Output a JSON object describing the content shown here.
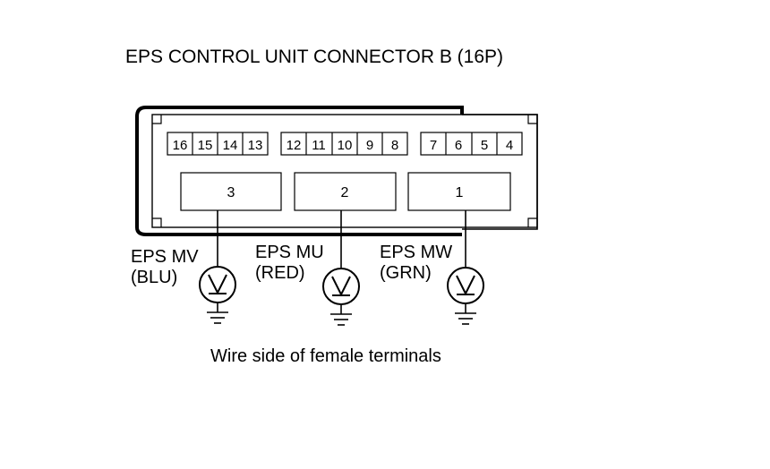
{
  "title": "EPS CONTROL UNIT CONNECTOR B (16P)",
  "caption": "Wire side of female terminals",
  "small_terminals": {
    "group_a": [
      "16",
      "15",
      "14",
      "13"
    ],
    "group_b": [
      "12",
      "11",
      "10",
      "9",
      "8"
    ],
    "group_c": [
      "7",
      "6",
      "5",
      "4"
    ]
  },
  "large_terminals": [
    "3",
    "2",
    "1"
  ],
  "probes": [
    {
      "name": "EPS MV",
      "color": "(BLU)"
    },
    {
      "name": "EPS MU",
      "color": "(RED)"
    },
    {
      "name": "EPS MW",
      "color": "(GRN)"
    }
  ]
}
